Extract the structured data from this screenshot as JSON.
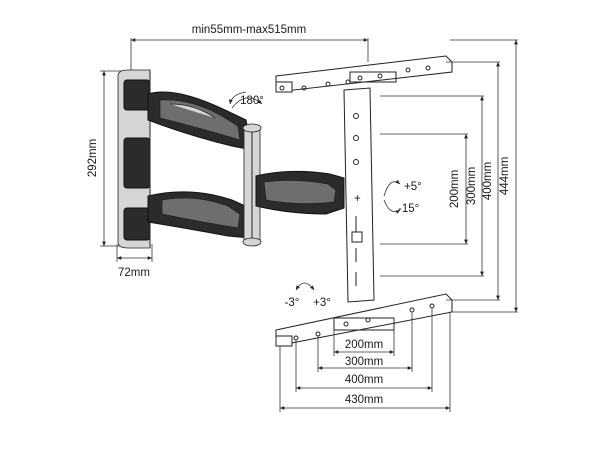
{
  "dimensions": {
    "extension": "min55mm-max515mm",
    "wall_plate_height": "292mm",
    "wall_plate_depth": "72mm",
    "vertical_200": "200mm",
    "vertical_300": "300mm",
    "vertical_400": "400mm",
    "vertical_444": "444mm",
    "horizontal_200": "200mm",
    "horizontal_300": "300mm",
    "horizontal_400": "400mm",
    "horizontal_430": "430mm"
  },
  "rotation": {
    "swivel": "180°",
    "tilt_up": "+5°",
    "tilt_down": "-15°",
    "level_left": "-3°",
    "level_right": "+3°"
  }
}
